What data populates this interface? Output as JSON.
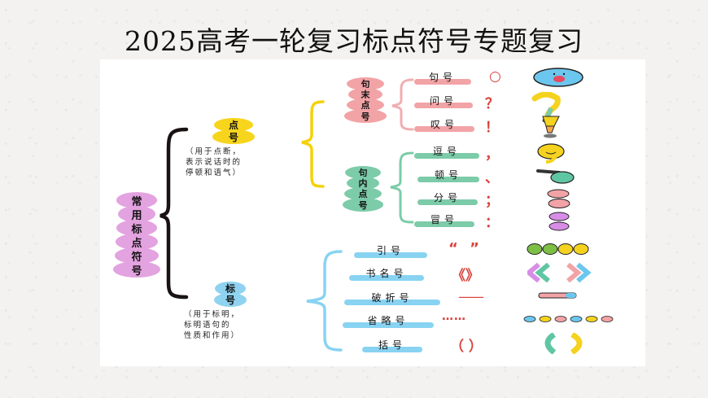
{
  "title": "2025高考一轮复习标点符号专题复习",
  "colors": {
    "root_bubble": "#e3a2e0",
    "dianhao_bubble": "#f7d51d",
    "biaohao_bubble": "#8fd3f0",
    "jumo_bubble": "#f2a3a6",
    "junei_bubble": "#7ccba9",
    "symbol_red": "#d9423b",
    "brace_black": "#1a1212",
    "brace_yellow": "#f5d10a",
    "brace_pink": "#f0aeb0",
    "brace_teal": "#7ccba9",
    "brace_blue": "#88d3f2"
  },
  "root": {
    "label": "常用标点符号",
    "chars": [
      "常",
      "用",
      "标",
      "点",
      "符",
      "号"
    ]
  },
  "branches": {
    "dianhao": {
      "chars": [
        "点",
        "号"
      ],
      "note": "（用于点断，\n表示说话时的\n停顿和语气）",
      "groups": [
        {
          "chars": [
            "句",
            "末",
            "点",
            "号"
          ],
          "items": [
            {
              "name": "句号",
              "symbol": "○"
            },
            {
              "name": "问号",
              "symbol": "？"
            },
            {
              "name": "叹号",
              "symbol": "！"
            }
          ]
        },
        {
          "chars": [
            "句",
            "内",
            "点",
            "号"
          ],
          "items": [
            {
              "name": "逗号",
              "symbol": "，"
            },
            {
              "name": "顿号",
              "symbol": "、"
            },
            {
              "name": "分号",
              "symbol": "；"
            },
            {
              "name": "冒号",
              "symbol": "："
            }
          ]
        }
      ]
    },
    "biaohao": {
      "chars": [
        "标",
        "号"
      ],
      "note": "（用于标明，\n标明语句的\n性质和作用）",
      "items": [
        {
          "name": "引号",
          "symbol": "“ ”"
        },
        {
          "name": "书名号",
          "symbol": "《》"
        },
        {
          "name": "破折号",
          "symbol": "——"
        },
        {
          "name": "省略号",
          "symbol": "……"
        },
        {
          "name": "括号",
          "symbol": "（ ）"
        }
      ]
    }
  }
}
